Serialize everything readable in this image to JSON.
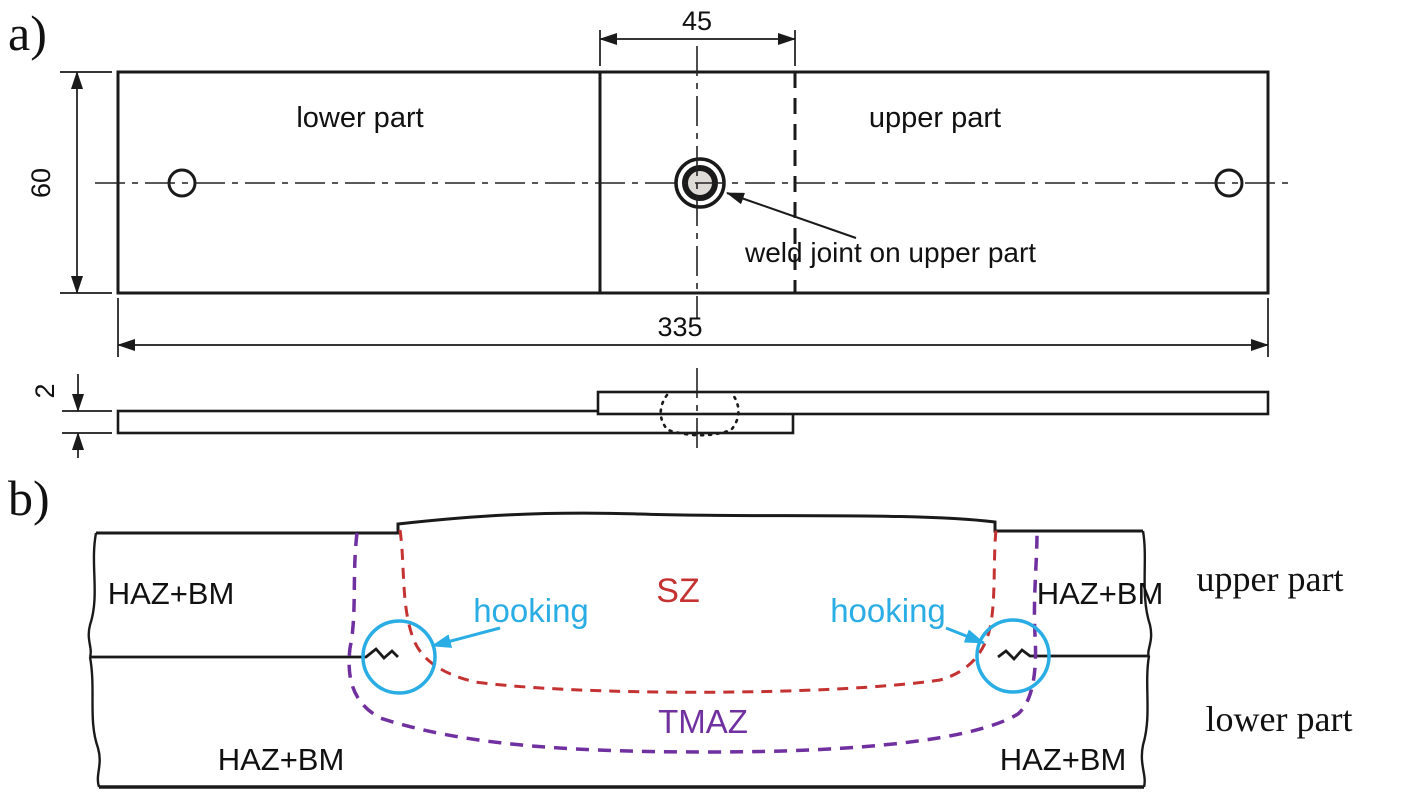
{
  "colors": {
    "line_black": "#1a1a1a",
    "sz_red": "#c43232",
    "tmaz_purple": "#7030a0",
    "hooking_cyan": "#29ade4",
    "weld_spot_fill": "#dedad5"
  },
  "panel_a": {
    "label": "a)",
    "lower_part": "lower part",
    "upper_part": "upper part",
    "weld_note": "weld joint on upper part",
    "dim_overlap": "45",
    "dim_width": "60",
    "dim_length": "335",
    "dim_thickness": "2"
  },
  "panel_b": {
    "label": "b)",
    "sz": "SZ",
    "tmaz": "TMAZ",
    "hooking_left": "hooking",
    "hooking_right": "hooking",
    "haz_upper_left": "HAZ+BM",
    "haz_upper_right": "HAZ+BM",
    "haz_lower_left": "HAZ+BM",
    "haz_lower_right": "HAZ+BM",
    "upper_part": "upper part",
    "lower_part": "lower part"
  }
}
